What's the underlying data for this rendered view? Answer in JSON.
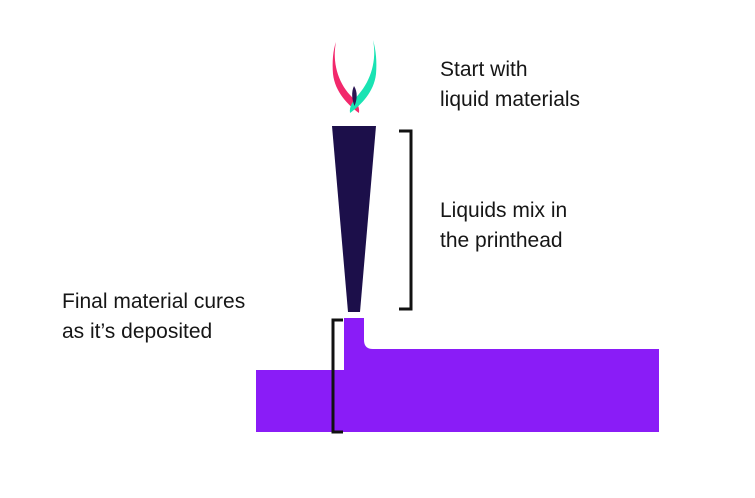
{
  "colors": {
    "background": "#ffffff",
    "text": "#161616",
    "printhead": "#1c0f4a",
    "material": "#8a1cf7",
    "liquid_a": "#f2286c",
    "liquid_b": "#19e3b3",
    "liquid_overlap": "#2b1452",
    "bracket": "#111111"
  },
  "icons": {
    "liquids": "twisted-liquid-drops-icon",
    "printhead": "tapered-nozzle",
    "bed": "deposited-material-slab"
  },
  "steps": [
    {
      "lines": [
        "Start with",
        "liquid materials"
      ]
    },
    {
      "lines": [
        "Liquids mix in",
        "the printhead"
      ]
    },
    {
      "lines": [
        "Final material cures",
        "as it’s deposited"
      ]
    }
  ]
}
